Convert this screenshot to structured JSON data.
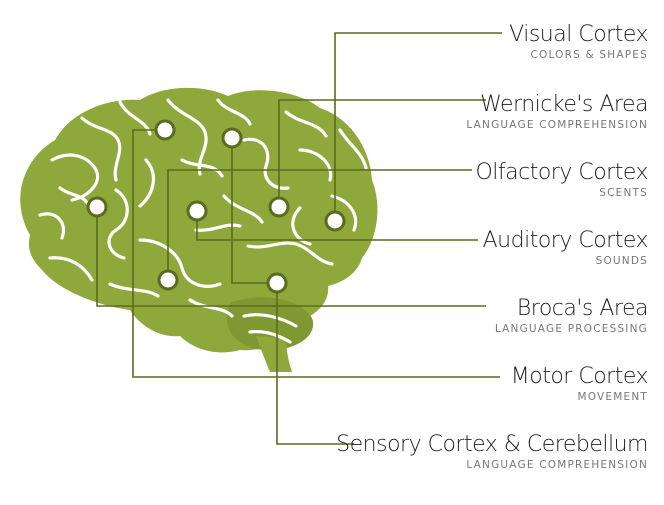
{
  "colors": {
    "brain": "#8fa83c",
    "brain_dark": "#7a932d",
    "leader_line": "#5a6b1d",
    "fissure": "#ffffff",
    "title_text": "#222222",
    "subtitle_text": "#777777"
  },
  "regions": [
    {
      "title": "Visual Cortex",
      "subtitle": "COLORS & SHAPES"
    },
    {
      "title": "Wernicke's Area",
      "subtitle": "LANGUAGE COMPREHENSION"
    },
    {
      "title": "Olfactory Cortex",
      "subtitle": "SCENTS"
    },
    {
      "title": "Auditory Cortex",
      "subtitle": "SOUNDS"
    },
    {
      "title": "Broca's Area",
      "subtitle": "LANGUAGE PROCESSING"
    },
    {
      "title": "Motor Cortex",
      "subtitle": "MOVEMENT"
    },
    {
      "title": "Sensory Cortex & Cerebellum",
      "subtitle": "LANGUAGE COMPREHENSION"
    }
  ]
}
